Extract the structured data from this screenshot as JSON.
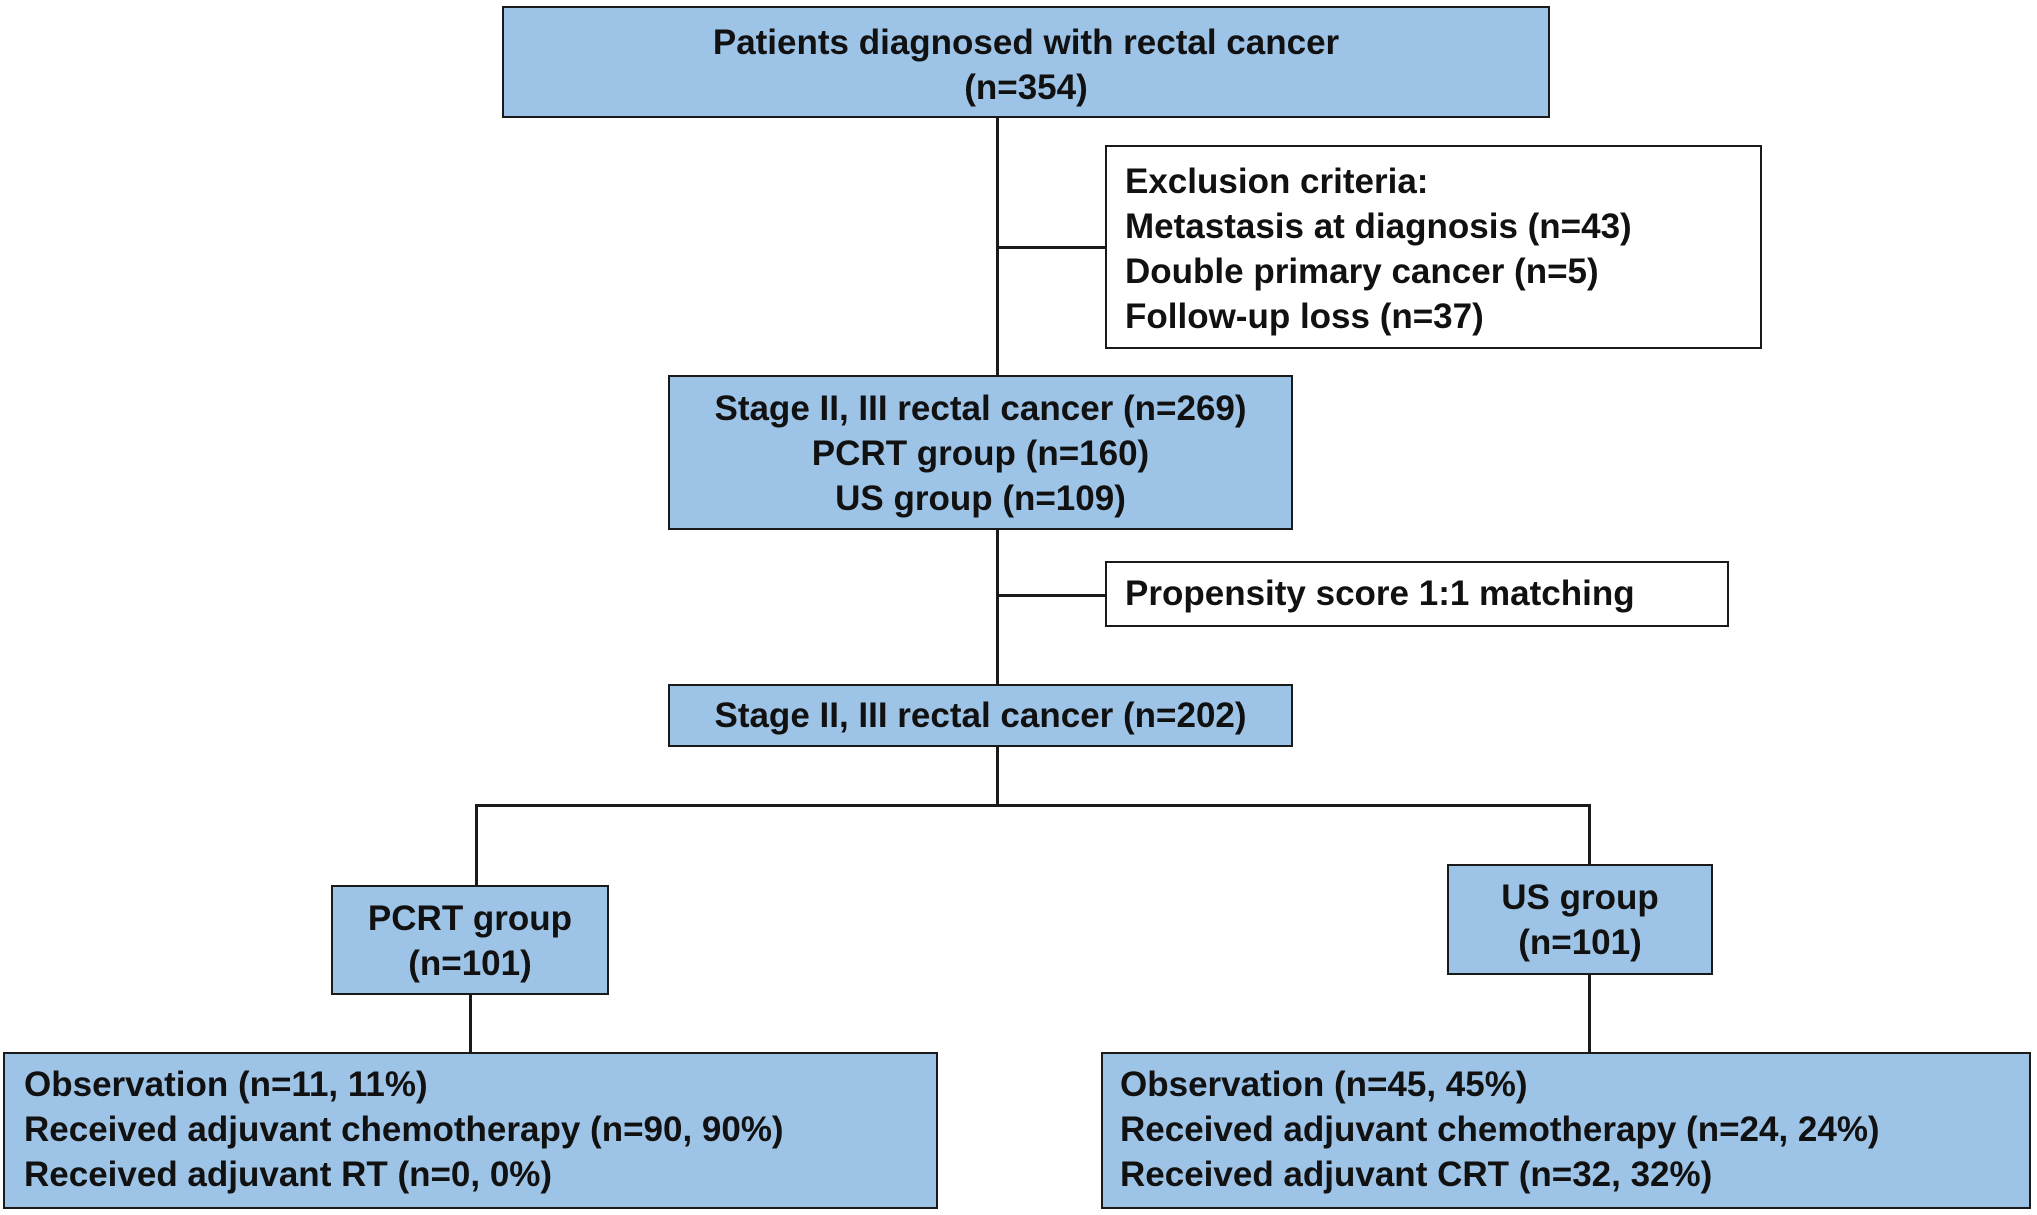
{
  "flowchart": {
    "start": {
      "lines": [
        "Patients diagnosed with rectal cancer",
        "(n=354)"
      ]
    },
    "exclusion": {
      "lines": [
        "Exclusion criteria:",
        "Metastasis at diagnosis (n=43)",
        "Double primary cancer (n=5)",
        "Follow-up loss (n=37)"
      ]
    },
    "eligible": {
      "lines": [
        "Stage II, III rectal cancer (n=269)",
        "PCRT group (n=160)",
        "US group (n=109)"
      ]
    },
    "matching": {
      "lines": [
        "Propensity score 1:1 matching"
      ]
    },
    "matched": {
      "lines": [
        "Stage II, III rectal cancer (n=202)"
      ]
    },
    "pcrt_group": {
      "lines": [
        "PCRT group",
        "(n=101)"
      ]
    },
    "us_group": {
      "lines": [
        "US group",
        "(n=101)"
      ]
    },
    "pcrt_outcomes": {
      "lines": [
        "Observation (n=11, 11%)",
        "Received adjuvant chemotherapy (n=90, 90%)",
        "Received adjuvant RT (n=0, 0%)"
      ]
    },
    "us_outcomes": {
      "lines": [
        "Observation (n=45, 45%)",
        "Received adjuvant chemotherapy (n=24, 24%)",
        "Received adjuvant CRT (n=32, 32%)"
      ]
    }
  },
  "colors": {
    "box_fill_blue": "#9dc3e6",
    "box_fill_white": "#ffffff",
    "border": "#1a1a1a",
    "text": "#111111"
  }
}
